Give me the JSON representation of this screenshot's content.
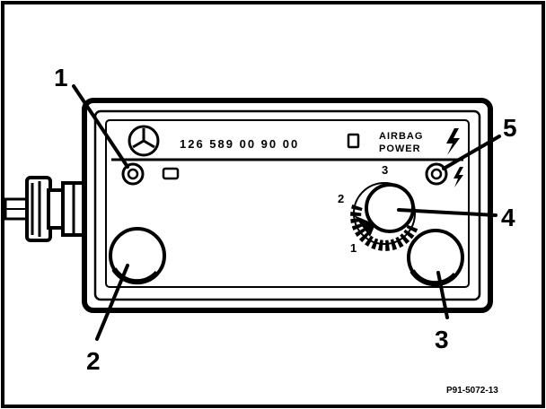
{
  "part_number": "126 589 00 90 00",
  "panel_label_line1": "AIRBAG",
  "panel_label_line2": "POWER",
  "knob_positions": [
    "1",
    "2",
    "3"
  ],
  "callouts": [
    "1",
    "2",
    "3",
    "4",
    "5"
  ],
  "reference_code": "P91-5072-13",
  "icons": [
    "mercedes-star-logo",
    "lightning-icon"
  ],
  "colors": {
    "ink": "#000000",
    "paper": "#ffffff"
  }
}
